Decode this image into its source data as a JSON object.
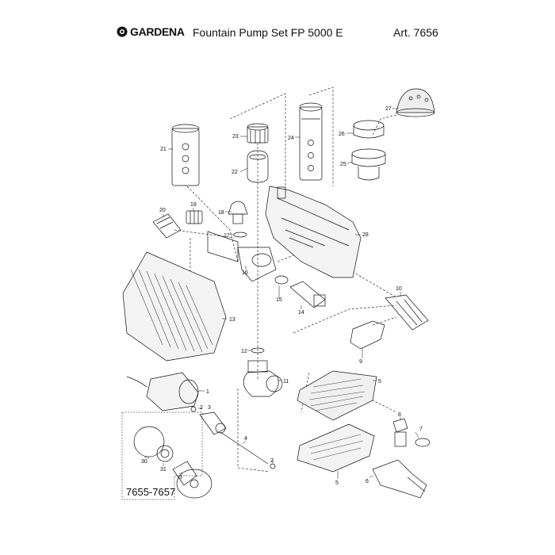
{
  "header": {
    "brand": "GARDENA",
    "title": "Fountain Pump Set FP 5000 E",
    "article": "Art. 7656"
  },
  "set_label": "7655-7657",
  "parts": [
    {
      "id": "p21",
      "num": "21"
    },
    {
      "id": "p23",
      "num": "23"
    },
    {
      "id": "p22",
      "num": "22"
    },
    {
      "id": "p24",
      "num": "24"
    },
    {
      "id": "p27",
      "num": "27"
    },
    {
      "id": "p26",
      "num": "26"
    },
    {
      "id": "p25",
      "num": "25"
    },
    {
      "id": "p20",
      "num": "20"
    },
    {
      "id": "p19",
      "num": "19"
    },
    {
      "id": "p18",
      "num": "18"
    },
    {
      "id": "p17",
      "num": "17"
    },
    {
      "id": "p16",
      "num": "16"
    },
    {
      "id": "p28",
      "num": "28"
    },
    {
      "id": "p15",
      "num": "15"
    },
    {
      "id": "p14",
      "num": "14"
    },
    {
      "id": "p10",
      "num": "10"
    },
    {
      "id": "p13",
      "num": "13"
    },
    {
      "id": "p12",
      "num": "12"
    },
    {
      "id": "p9",
      "num": "9"
    },
    {
      "id": "p11",
      "num": "11"
    },
    {
      "id": "p5a",
      "num": "5"
    },
    {
      "id": "p1",
      "num": "1"
    },
    {
      "id": "p2a",
      "num": "2"
    },
    {
      "id": "p3a",
      "num": "3"
    },
    {
      "id": "p8",
      "num": "8"
    },
    {
      "id": "p7",
      "num": "7"
    },
    {
      "id": "p4",
      "num": "4"
    },
    {
      "id": "p30",
      "num": "30"
    },
    {
      "id": "p31",
      "num": "31"
    },
    {
      "id": "p2b",
      "num": "2"
    },
    {
      "id": "p3b",
      "num": "3"
    },
    {
      "id": "p6",
      "num": "6"
    },
    {
      "id": "p5b",
      "num": "5"
    }
  ]
}
